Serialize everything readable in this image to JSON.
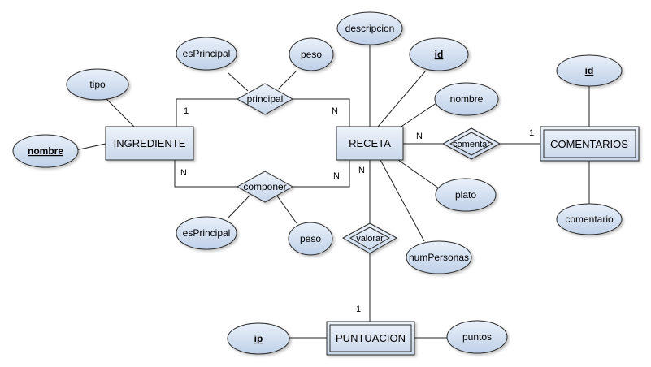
{
  "entities": {
    "ingrediente": "INGREDIENTE",
    "receta": "RECETA",
    "comentarios": "COMENTARIOS",
    "puntuacion": "PUNTUACION"
  },
  "relationships": {
    "principal": "principal",
    "componer": "componer",
    "comentar": "comentar",
    "valorar": "valorar"
  },
  "attributes": {
    "ing_tipo": "tipo",
    "ing_nombre": "nombre",
    "principal_esPrincipal": "esPrincipal",
    "principal_peso": "peso",
    "componer_esPrincipal": "esPrincipal",
    "componer_peso": "peso",
    "receta_descripcion": "descripcion",
    "receta_id": "id",
    "receta_nombre": "nombre",
    "receta_plato": "plato",
    "receta_numPersonas": "numPersonas",
    "comentarios_id": "id",
    "comentarios_comentario": "comentario",
    "puntuacion_ip": "ip",
    "puntuacion_puntos": "puntos"
  },
  "cardinalities": {
    "principal_ing": "1",
    "principal_rec": "N",
    "componer_ing": "N",
    "componer_rec": "N",
    "comentar_rec": "N",
    "comentar_com": "1",
    "valorar_rec": "N",
    "valorar_pun": "1"
  },
  "colors": {
    "entity_fill": "#dde6f3",
    "attribute_fill": "#d3e0f0",
    "relationship_fill": "#d6e1ef",
    "stroke": "#2b2b2b"
  }
}
